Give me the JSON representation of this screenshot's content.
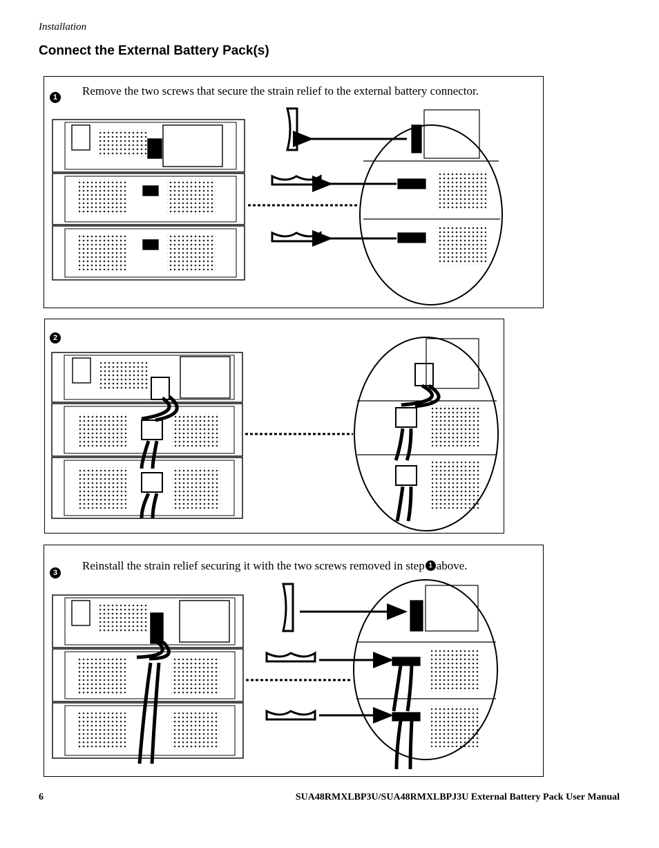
{
  "header": {
    "section": "Installation",
    "title": "Connect the External Battery Pack(s)"
  },
  "steps": [
    {
      "number": "1",
      "text": "Remove the two screws that secure the strain relief to the external battery connector."
    },
    {
      "number": "2",
      "text": ""
    },
    {
      "number": "3",
      "text_before": "Reinstall the strain relief securing it with the two screws removed in step",
      "ref_number": "1",
      "text_after": "above."
    }
  ],
  "footer": {
    "page_number": "6",
    "manual_title": "SUA48RMXLBP3U/SUA48RMXLBPJ3U External Battery Pack User Manual"
  }
}
